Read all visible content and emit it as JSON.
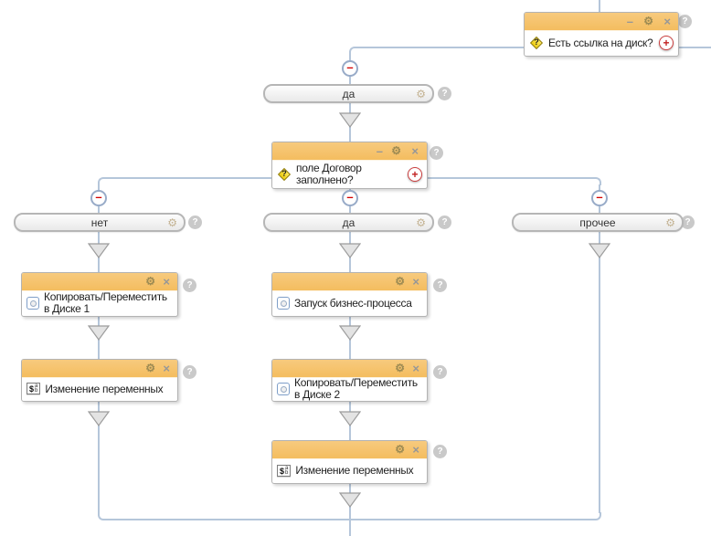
{
  "icons": {
    "minimize": "–",
    "settings": "⚙",
    "close": "×",
    "help": "?",
    "add": "+",
    "collapse": "–",
    "question": "?",
    "dollar": "$",
    "var_a": "a",
    "var_b": "b"
  },
  "conditions": [
    {
      "title": "Есть ссылка на диск?"
    },
    {
      "title": "поле Договор заполнено?"
    }
  ],
  "branches": [
    {
      "label": "да"
    },
    {
      "label": "нет"
    },
    {
      "label": "да"
    },
    {
      "label": "прочее"
    }
  ],
  "activities": [
    {
      "title": "Копировать/Переместить в Диске 1"
    },
    {
      "title": "Изменение переменных"
    },
    {
      "title": "Запуск бизнес-процесса"
    },
    {
      "title": "Копировать/Переместить в Диске 2"
    },
    {
      "title": "Изменение переменных"
    }
  ],
  "colors": {
    "block_header": "#f5c36b",
    "connector": "#b5c6da",
    "help_badge": "#c9c9c9",
    "collapse_minus": "#d40000",
    "add_plus": "#c22020"
  }
}
